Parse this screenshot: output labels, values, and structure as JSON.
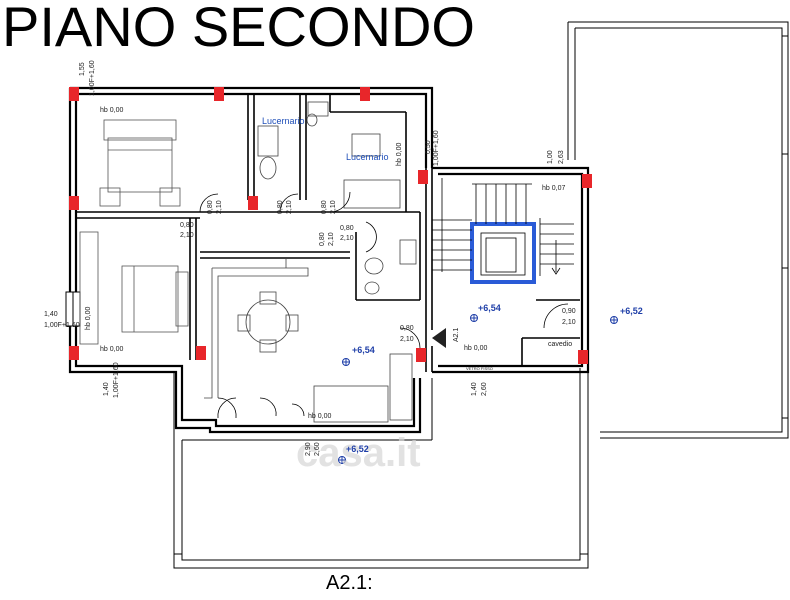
{
  "title": "PIANO SECONDO",
  "footer": "A2.1:",
  "watermark": "casa.it",
  "skylights": [
    "Lucernario",
    "Lucernario"
  ],
  "rooms": {
    "hb_top_left": "hb 0,00",
    "hb_bottom_left": "hb 0,00",
    "hb_stair": "hb 0,07",
    "hb_mid": "hb 0,00",
    "hb_kitchen": "hb 0,00",
    "hb_side": "hb 0,00",
    "hb_bath": "hb 0,00",
    "cavedio": "cavedio",
    "section_mark": "A2.1"
  },
  "elevations": {
    "stair": "+6,54",
    "living": "+6,54",
    "right_terrace": "+6,52",
    "bottom_terrace": "+6,52"
  },
  "dimensions": {
    "top_left_a": "1,55",
    "top_left_b": "1,00F+1,60",
    "d1a": "0,80",
    "d1b": "2,10",
    "d2a": "0,80",
    "d2b": "2,10",
    "d3a": "0,80",
    "d3b": "2,10",
    "d4a": "0,80",
    "d4b": "2,10",
    "d5a": "0,80",
    "d5b": "2,10",
    "d6a": "0,80",
    "d6b": "2,10",
    "d7a": "0,80",
    "d7b": "2,10",
    "bath_win_a": "0,50",
    "bath_win_b": "1,00F+1,60",
    "right_a": "1,00",
    "right_b": "2,63",
    "left_a": "1,40",
    "left_b": "1,00F+1,60",
    "bl_a": "1,40",
    "bl_b": "1,00F+1,60",
    "door_stair_a": "0,80",
    "door_stair_b": "2,10",
    "door_right_a": "0,90",
    "door_right_b": "2,10",
    "vetro_a": "VETRO FISSO",
    "vetro_b": "1,40",
    "vetro_c": "2,60",
    "bottom_a": "2,90",
    "bottom_b": "2,60"
  },
  "colors": {
    "wall": "#000000",
    "marker": "#e8262a",
    "elevator": "#2a5bd7",
    "elevation_text": "#1f3fa8"
  }
}
